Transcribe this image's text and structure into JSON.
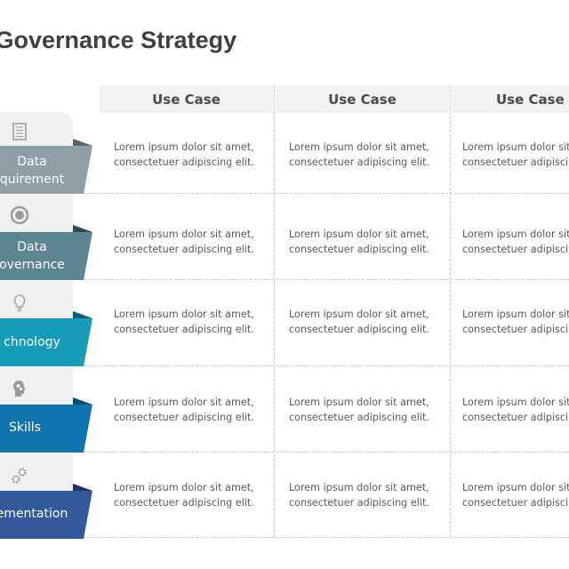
{
  "title": "a Governance Strategy",
  "columns": [
    {
      "label": "Use Case"
    },
    {
      "label": "Use Case"
    },
    {
      "label": "Use Case"
    }
  ],
  "rows": [
    {
      "label_line1": "Data",
      "label_line2": "quirement",
      "icon": "checklist-icon",
      "color": "#8e9fa5",
      "fold_color": "#56676c",
      "cells": [
        {
          "l1": "Lorem ipsum dolor sit amet,",
          "l2": "consectetuer adipiscing elit."
        },
        {
          "l1": "Lorem ipsum dolor sit amet,",
          "l2": "consectetuer adipiscing elit."
        },
        {
          "l1": "Lorem ipsum dolor sit amet,",
          "l2": "consectetuer adipiscing elit."
        }
      ]
    },
    {
      "label_line1": "Data",
      "label_line2": "overnance",
      "icon": "gear-circle-icon",
      "color": "#5e8692",
      "fold_color": "#2f4c55",
      "cells": [
        {
          "l1": "Lorem ipsum dolor sit amet,",
          "l2": "consectetuer adipiscing elit."
        },
        {
          "l1": "Lorem ipsum dolor sit amet,",
          "l2": "consectetuer adipiscing elit."
        },
        {
          "l1": "Lorem ipsum dolor sit amet,",
          "l2": "consectetuer adipiscing elit."
        }
      ]
    },
    {
      "label_line1": "chnology",
      "label_line2": "",
      "icon": "lightbulb-icon",
      "color": "#169cb9",
      "fold_color": "#0b6277",
      "cells": [
        {
          "l1": "Lorem ipsum dolor sit amet,",
          "l2": "consectetuer adipiscing elit."
        },
        {
          "l1": "Lorem ipsum dolor sit amet,",
          "l2": "consectetuer adipiscing elit."
        },
        {
          "l1": "Lorem ipsum dolor sit amet,",
          "l2": "consectetuer adipiscing elit."
        }
      ]
    },
    {
      "label_line1": "Skills",
      "label_line2": "",
      "icon": "head-gears-icon",
      "color": "#0f74ad",
      "fold_color": "#0a4a70",
      "cells": [
        {
          "l1": "Lorem ipsum dolor sit amet,",
          "l2": "consectetuer adipiscing elit."
        },
        {
          "l1": "Lorem ipsum dolor sit amet,",
          "l2": "consectetuer adipiscing elit."
        },
        {
          "l1": "Lorem ipsum dolor sit amet,",
          "l2": "consectetuer adipiscing elit."
        }
      ]
    },
    {
      "label_line1": "ementation",
      "label_line2": "",
      "icon": "gears-icon",
      "color": "#33589b",
      "fold_color": "#1d3565",
      "cells": [
        {
          "l1": "Lorem ipsum dolor sit amet,",
          "l2": "consectetuer adipiscing elit."
        },
        {
          "l1": "Lorem ipsum dolor sit amet,",
          "l2": "consectetuer adipiscing elit."
        },
        {
          "l1": "Lorem ipsum dolor sit amet,",
          "l2": "consectetuer adipiscing elit."
        }
      ]
    }
  ]
}
